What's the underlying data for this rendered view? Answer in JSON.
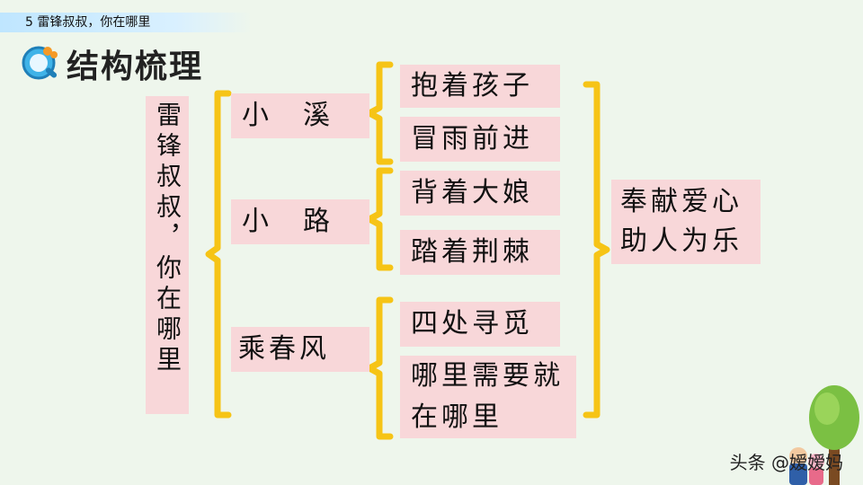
{
  "header": {
    "lesson": "5  雷锋叔叔，你在哪里"
  },
  "section": {
    "title": "结构梳理",
    "badge_icon": "q-magnifier-icon"
  },
  "root": {
    "title": "雷锋叔叔，你在哪里"
  },
  "places": [
    "小　溪",
    "小　路",
    "乘春风"
  ],
  "deeds": [
    "抱着孩子",
    "冒雨前进",
    "背着大娘",
    "踏着荆棘",
    "四处寻觅",
    "哪里需要就在哪里"
  ],
  "summary": {
    "line1": "奉献爱心",
    "line2": "助人为乐"
  },
  "watermark": "头条 @嫒嫒妈",
  "colors": {
    "bracket": "#f6c416",
    "box": "#f8d7d9",
    "header": "#bfe6ff"
  }
}
